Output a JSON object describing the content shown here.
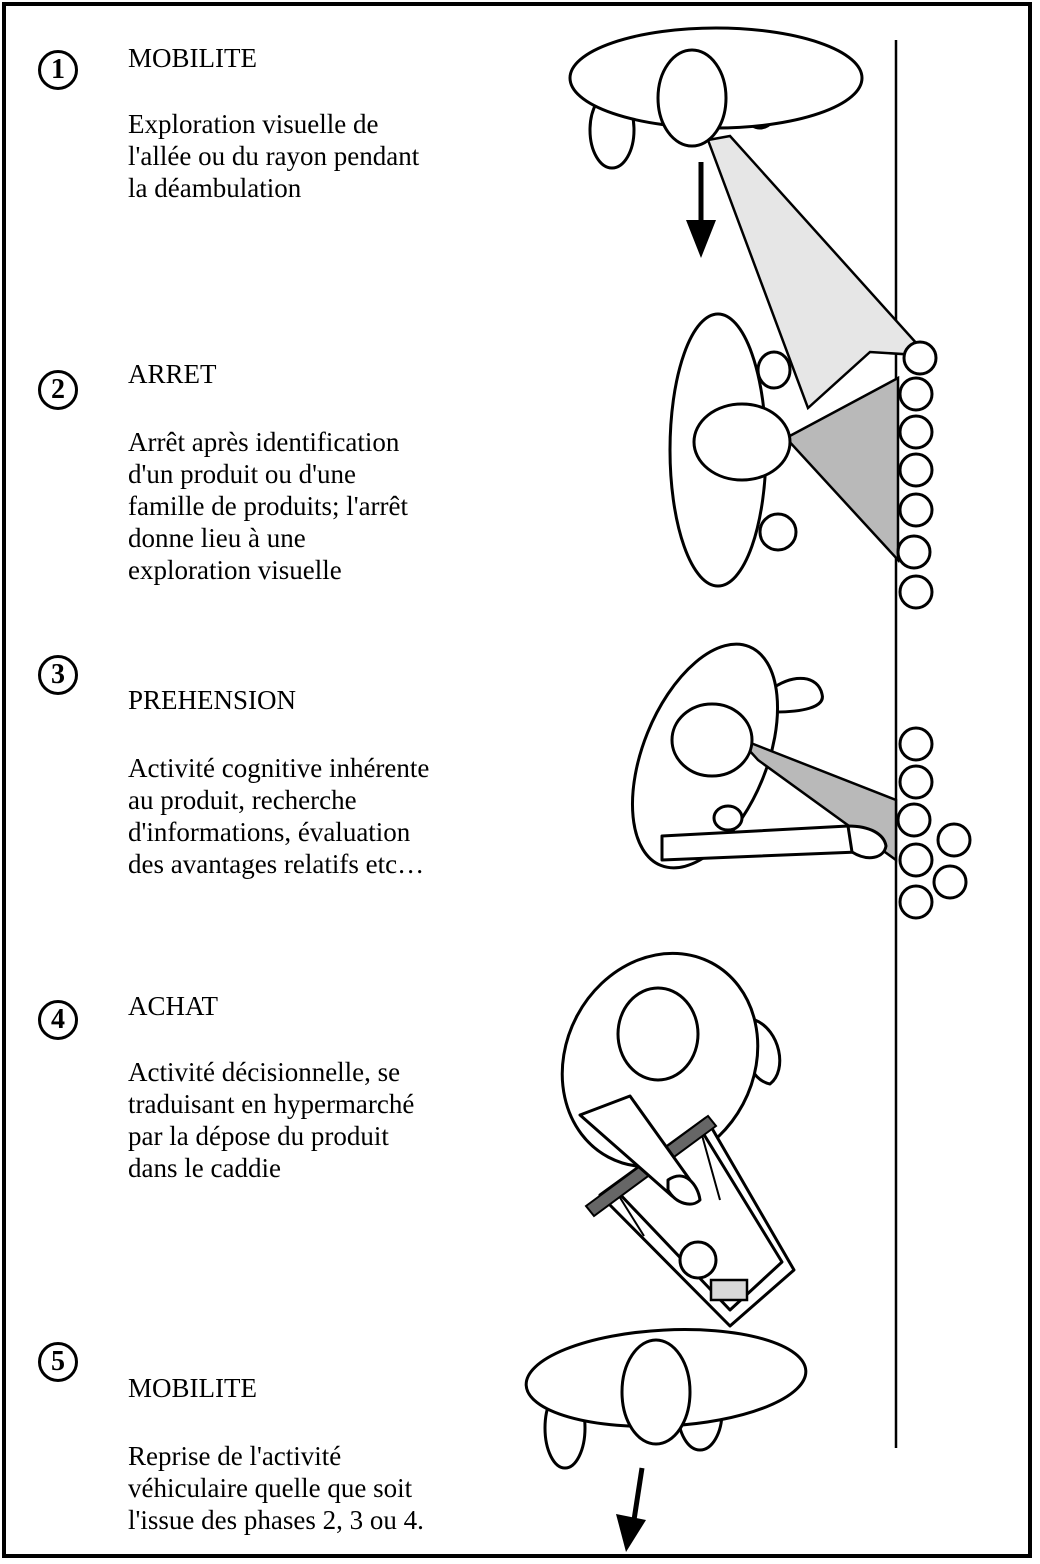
{
  "steps": [
    {
      "number": "1",
      "title": "MOBILITE",
      "description": "Exploration visuelle de\nl'allée ou du rayon pendant\nla déambulation"
    },
    {
      "number": "2",
      "title": "ARRET",
      "description": "Arrêt après identification\nd'un produit ou d'une\nfamille de produits; l'arrêt\ndonne lieu à une\nexploration visuelle"
    },
    {
      "number": "3",
      "title": "PREHENSION",
      "description": "Activité cognitive inhérente\nau produit, recherche\nd'informations, évaluation\ndes avantages relatifs etc…"
    },
    {
      "number": "4",
      "title": "ACHAT",
      "description": "Activité décisionnelle, se\ntraduisant en hypermarché\npar la dépose du produit\ndans le caddie"
    },
    {
      "number": "5",
      "title": "MOBILITE",
      "description": "Reprise de l'activité\nvéhiculaire quelle que soit\nl'issue des phases 2, 3 ou 4."
    }
  ],
  "colors": {
    "cone_light": "#e6e6e6",
    "cone_dark": "#b9b9b9",
    "cart_handle": "#666666",
    "product_box": "#d9d9d9"
  }
}
